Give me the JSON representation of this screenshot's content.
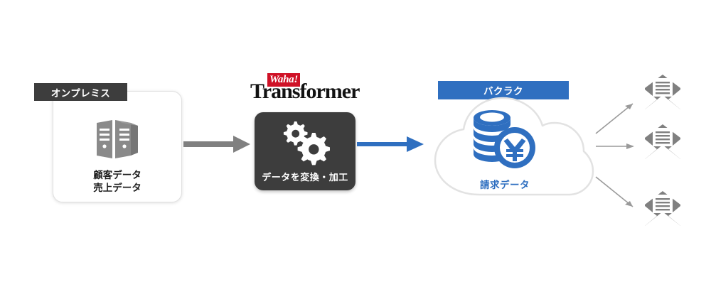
{
  "diagram": {
    "title": "Waha! Transformer data flow to Bakuraku",
    "colors": {
      "dark": "#3d3d3d",
      "blue": "#2f6fc0",
      "red": "#cf1126",
      "gray": "#808080",
      "background": "#ffffff"
    }
  },
  "onpremise": {
    "tab_label": "オンプレミス",
    "icon": "server-icon",
    "caption_line1": "顧客データ",
    "caption_line2": "売上データ"
  },
  "transformer": {
    "logo_badge": "Waha!",
    "logo_word": "Transformer",
    "icon": "gears-icon",
    "caption": "データを変換・加工"
  },
  "cloud": {
    "tab_label": "バクラク",
    "icon": "coin-yen-icon",
    "caption": "請求データ"
  },
  "arrows": {
    "onprem_to_transformer": "arrow-right-gray",
    "transformer_to_cloud": "arrow-right-blue",
    "cloud_to_mail_top": "arrow-up-right-thin",
    "cloud_to_mail_middle": "arrow-right-thin",
    "cloud_to_mail_bottom": "arrow-down-right-thin"
  },
  "outputs": {
    "icon": "open-envelope-icon",
    "items": [
      {
        "name": "mail-recipient-1"
      },
      {
        "name": "mail-recipient-2"
      },
      {
        "name": "mail-recipient-3"
      }
    ]
  }
}
